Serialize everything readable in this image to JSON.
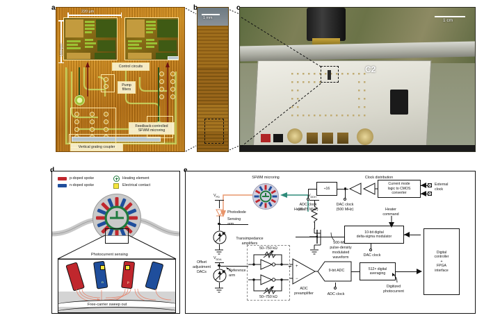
{
  "figure": {
    "panels": [
      "a",
      "b",
      "c",
      "d",
      "e"
    ]
  },
  "panel_a": {
    "letter": "a",
    "scalebar_h": "220 µm",
    "scalebar_v": "180 µm",
    "labels": {
      "control_circuits": "Control circuits",
      "pump_filters": "Pump\nfilters",
      "feedback_microring": "Feedback-controlled\nSFWM microring",
      "vertical_grating_coupler": "Vertical grating coupler"
    }
  },
  "panel_b": {
    "letter": "b",
    "scalebar": "1 mm"
  },
  "panel_c": {
    "letter": "c",
    "scalebar": "1 cm",
    "board_marking": "C2"
  },
  "panel_d": {
    "letter": "d",
    "legend": [
      {
        "label": "p-doped spoke",
        "color": "#c0272d",
        "icon": "red-swatch"
      },
      {
        "label": "n-doped spoke",
        "color": "#1f4e9c",
        "icon": "blue-swatch"
      },
      {
        "label": "Heating element",
        "color": "#1f7a3e",
        "icon": "heating-element-icon"
      },
      {
        "label": "Electrical contact",
        "color": "#f5e53c",
        "icon": "yellow-swatch"
      }
    ],
    "annotations": {
      "photocurrent_sensing": "Photocurrent sensing",
      "free_carrier_sweep_out": "Free-carrier sweep out",
      "n_region": "n",
      "p_region": "p"
    }
  },
  "panel_e": {
    "letter": "e",
    "labels": {
      "sfwm_microring": "SFWM microring",
      "clock_distribution": "Clock distribution",
      "v_pd": "V",
      "v_pd_sub": "PD",
      "v_dda": "V",
      "v_dda_sub": "DDA",
      "v_ddh": "V",
      "v_ddh_sub": "DDH",
      "photodiode": "Photodiode",
      "heater": "Heater",
      "sensing_arm": "Sensing\narm",
      "reference_arm": "Reference\narm",
      "offset_adjustment_dacs": "Offset\nadjustment\nDACs",
      "transimpedance_amplifiers": "Transimpedance\namplifiers",
      "resistor_top": "50–750 kΩ",
      "resistor_bottom": "50–750 kΩ",
      "adc_preamplifier": "ADC\npreamplifier",
      "adc_clock_port": "ADC clock",
      "adc_block": "9-bit ADC",
      "averaging_block": "512× digital\naveraging",
      "digitized_photocurrent": "Digitized\nphotocurrent",
      "digital_controller": "Digital\ncontroller\n+\nFPGA\ninterface",
      "heater_command": "Heater\ncommand",
      "delta_sigma_block": "10-bit digital\ndelta-sigma modulator",
      "dac_clock_port": "DAC clock",
      "pdm_waveform": "500-MHz\npulse-density\nmodulated\nwaveform",
      "divider_block": "÷16",
      "cml_converter_block": "Current mode\nlogic to CMOS\nconverter",
      "external_clock": "External\nclock",
      "adc_clock_freq": "ADC clock\n(31.25 MHz)",
      "dac_clock_freq": "DAC clock\n(500 MHz)"
    }
  }
}
